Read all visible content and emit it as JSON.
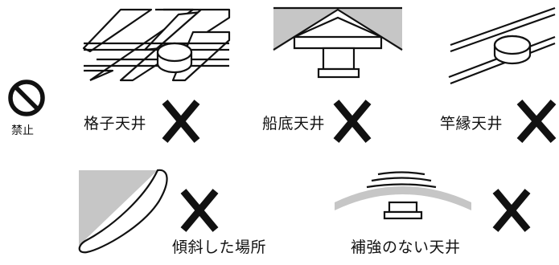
{
  "prohibition": {
    "label": "禁止",
    "icon": "prohibition-icon"
  },
  "ceilings": [
    {
      "label": "格子天井",
      "mark": "cross-mark-icon"
    },
    {
      "label": "船底天井",
      "mark": "cross-mark-icon"
    },
    {
      "label": "竿縁天井",
      "mark": "cross-mark-icon"
    },
    {
      "label": "傾斜した場所",
      "mark": "cross-mark-icon"
    },
    {
      "label": "補強のない天井",
      "mark": "cross-mark-icon"
    }
  ],
  "colors": {
    "line": "#111111",
    "ceiling_fill": "#c6c6c6",
    "background": "#ffffff"
  }
}
